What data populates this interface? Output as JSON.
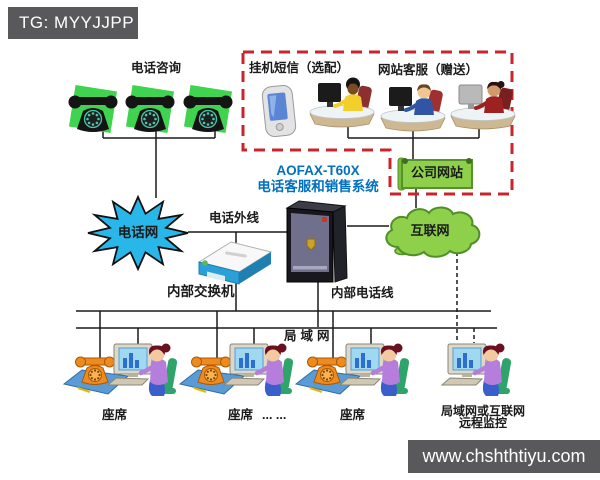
{
  "banners": {
    "top_watermark": "TG: MYYJJPP",
    "bottom_watermark": "www.chshthtiyu.com"
  },
  "system": {
    "title_line1": "AOFAX-T60X",
    "title_line2": "电话客服和销售系统"
  },
  "labels": {
    "phone_consult": "电话咨询",
    "hangup_sms": "挂机短信（选配）",
    "web_customer_service": "网站客服（赠送）",
    "company_website": "公司网站",
    "internet": "互联网",
    "phone_network": "电话网",
    "phone_outside_line": "电话外线",
    "internal_switch": "内部交换机",
    "internal_phone_line": "内部电话线",
    "lan": "局域网",
    "seat_left": "座席",
    "seat_middle": "座席",
    "seat_ellipsis": "... ...",
    "seat_right": "座席",
    "remote_monitor_line1": "局域网或互联网",
    "remote_monitor_line2": "远程监控"
  },
  "colors": {
    "dashed_box_red": "#c9242b",
    "system_title_blue": "#0070c0",
    "phone_network_blue": "#29b7ea",
    "green_fill": "#8ed04a",
    "watermark_bg_gray": "#59595b",
    "phone_pad_green": "#3fd34f"
  }
}
